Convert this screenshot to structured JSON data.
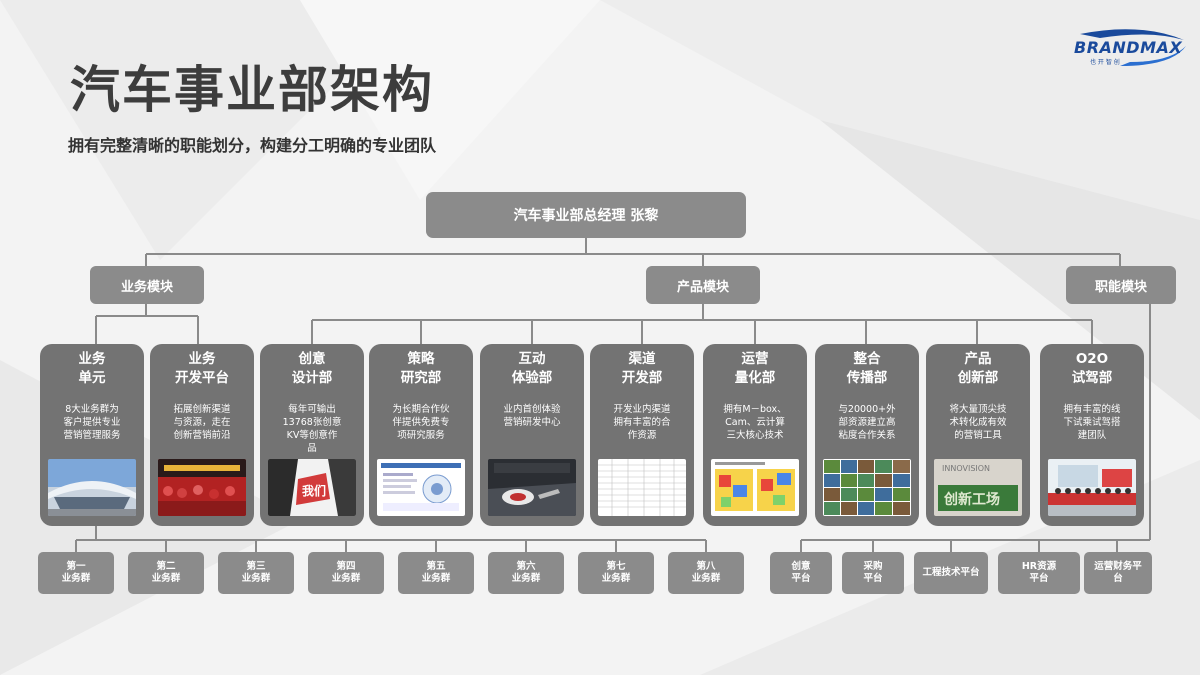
{
  "title": "汽车事业部架构",
  "subtitle": "拥有完整清晰的职能划分，构建分工明确的专业团队",
  "logo": {
    "text": "BRANDMAX",
    "sub": "也 开 智 创"
  },
  "gm": "汽车事业部总经理 张黎",
  "modules": {
    "business": "业务模块",
    "product": "产品模块",
    "function": "职能模块"
  },
  "cards": [
    {
      "title": "业务\n单元",
      "desc": "8大业务群为\n客户提供专业\n营销管理服务",
      "thumb": "stadium"
    },
    {
      "title": "业务\n开发平台",
      "desc": "拓展创新渠道\n与资源，走在\n创新营销前沿",
      "thumb": "crowd"
    },
    {
      "title": "创意\n设计部",
      "desc": "每年可输出\n13768张创意\nKV等创意作\n品",
      "thumb": "comic"
    },
    {
      "title": "策略\n研究部",
      "desc": "为长期合作伙\n伴提供免费专\n项研究服务",
      "thumb": "doc"
    },
    {
      "title": "互动\n体验部",
      "desc": "业内首创体验\n营销研发中心",
      "thumb": "room"
    },
    {
      "title": "渠道\n开发部",
      "desc": "开发业内渠道\n拥有丰富的合\n作资源",
      "thumb": "table"
    },
    {
      "title": "运营\n量化部",
      "desc": "拥有M－box、\nCam、云计算\n三大核心技术",
      "thumb": "heatmap"
    },
    {
      "title": "整合\n传播部",
      "desc": "与20000+外\n部资源建立高\n粘度合作关系",
      "thumb": "grid"
    },
    {
      "title": "产品\n创新部",
      "desc": "将大量顶尖技\n术转化成有效\n的营销工具",
      "thumb": "wall"
    },
    {
      "title": "O2O\n试驾部",
      "desc": "拥有丰富的线\n下试乘试驾搭\n建团队",
      "thumb": "group"
    }
  ],
  "groups": [
    "第一\n业务群",
    "第二\n业务群",
    "第三\n业务群",
    "第四\n业务群",
    "第五\n业务群",
    "第六\n业务群",
    "第七\n业务群",
    "第八\n业务群"
  ],
  "platforms": [
    "创意\n平台",
    "采购\n平台",
    "工程技术平台",
    "HR资源\n平台",
    "运营财务平\n台"
  ],
  "thumb_text": {
    "wall": "INNOVISION",
    "wall2": "创新工场",
    "comic": "我们"
  },
  "colors": {
    "box": "#8b8b8b",
    "card": "#737373",
    "line": "#8a8a8a",
    "logo": "#1a4a9c"
  }
}
